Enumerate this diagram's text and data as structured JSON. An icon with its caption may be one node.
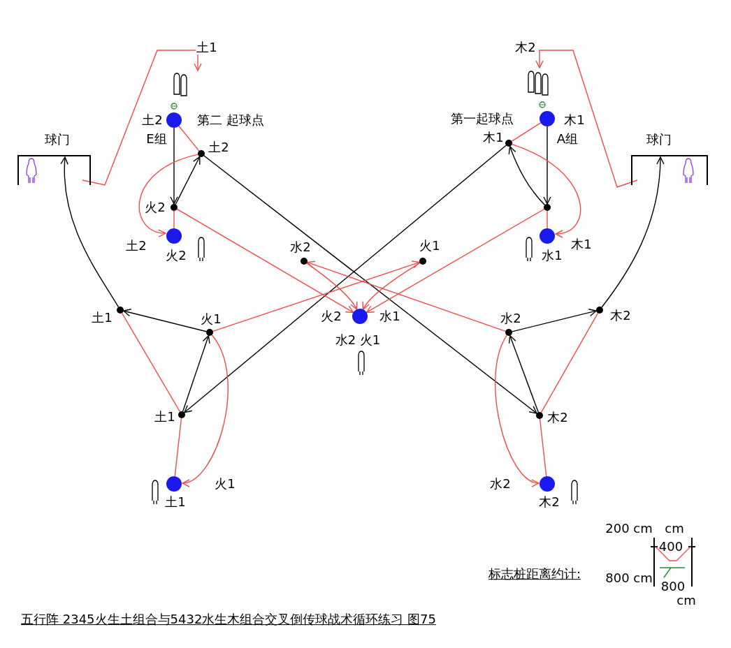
{
  "diagram": {
    "caption": "五行阵 2345火生土组合与5432水生木组合交叉倒传球战术循环练习 图75",
    "nodes": [
      {
        "text": [],
        "shape": "person"
      },
      {
        "text": [],
        "shape": "person"
      },
      {
        "text": [
          "土2",
          "第二 起球点",
          "E组"
        ]
      },
      {
        "text": [
          "第一起球点",
          "木1",
          "A组"
        ]
      },
      {
        "text": [
          "球门"
        ]
      },
      {
        "text": [
          "球门"
        ]
      },
      {
        "text": [
          "土2"
        ]
      },
      {
        "text": [
          "木1"
        ]
      },
      {
        "text": [
          "火2"
        ]
      },
      {
        "text": [],
        "shape": "circle"
      },
      {
        "text": [
          "火2"
        ]
      },
      {
        "text": [
          "水1"
        ]
      },
      {
        "text": [
          "水2"
        ]
      },
      {
        "text": [
          "火1"
        ]
      },
      {
        "text": [
          "土1"
        ]
      },
      {
        "text": [
          "木2"
        ]
      },
      {
        "text": [
          "火2",
          "水1",
          "水2 火1"
        ]
      },
      {
        "text": [
          "火1"
        ]
      },
      {
        "text": [
          "水2"
        ]
      },
      {
        "text": [
          "土1"
        ]
      },
      {
        "text": [
          "木2"
        ]
      },
      {
        "text": [
          "土1"
        ]
      },
      {
        "text": [
          "木2"
        ]
      }
    ],
    "edges": [
      {
        "from": 4,
        "to": 0,
        "arrow": "to",
        "label": "土1"
      },
      {
        "from": 5,
        "to": 1,
        "arrow": "to",
        "label": "木2"
      },
      {
        "from": 2,
        "to": 8,
        "arrow": "to",
        "color": "#000000"
      },
      {
        "from": 8,
        "to": 6,
        "arrow": "to",
        "color": "#000000"
      },
      {
        "from": 6,
        "to": 20,
        "arrow": "to",
        "color": "#000000"
      },
      {
        "from": 3,
        "to": 9,
        "arrow": "to",
        "color": "#000000"
      },
      {
        "from": 9,
        "to": 7,
        "arrow": "to",
        "color": "#000000"
      },
      {
        "from": 7,
        "to": 19,
        "arrow": "to",
        "color": "#000000"
      },
      {
        "from": 2,
        "to": 6,
        "arrow": "none"
      },
      {
        "from": 8,
        "to": 10,
        "arrow": "none"
      },
      {
        "from": 6,
        "to": 10,
        "arrow": "to",
        "label": "土2"
      },
      {
        "from": 8,
        "to": 16,
        "arrow": "to"
      },
      {
        "from": 3,
        "to": 7,
        "arrow": "none"
      },
      {
        "from": 9,
        "to": 11,
        "arrow": "none"
      },
      {
        "from": 7,
        "to": 11,
        "arrow": "to",
        "label": "木1"
      },
      {
        "from": 9,
        "to": 16,
        "arrow": "to"
      },
      {
        "from": 12,
        "to": 16,
        "arrow": "to"
      },
      {
        "from": 13,
        "to": 16,
        "arrow": "to"
      },
      {
        "from": 17,
        "to": 13,
        "arrow": "to"
      },
      {
        "from": 18,
        "to": 12,
        "arrow": "to"
      },
      {
        "from": 17,
        "to": 14,
        "arrow": "to",
        "color": "#000000"
      },
      {
        "from": 14,
        "to": 4,
        "arrow": "to",
        "color": "#000000"
      },
      {
        "from": 19,
        "to": 17,
        "arrow": "to",
        "color": "#000000"
      },
      {
        "from": 18,
        "to": 15,
        "arrow": "to",
        "color": "#000000"
      },
      {
        "from": 15,
        "to": 5,
        "arrow": "to",
        "color": "#000000"
      },
      {
        "from": 20,
        "to": 18,
        "arrow": "to",
        "color": "#000000"
      },
      {
        "from": 21,
        "to": 19,
        "arrow": "none"
      },
      {
        "from": 19,
        "to": 14,
        "arrow": "none"
      },
      {
        "from": 17,
        "to": 21,
        "arrow": "to",
        "label": "火1"
      },
      {
        "from": 22,
        "to": 20,
        "arrow": "none"
      },
      {
        "from": 20,
        "to": 15,
        "arrow": "none"
      },
      {
        "from": 18,
        "to": 22,
        "arrow": "to",
        "label": "水2"
      }
    ],
    "labels": [
      "200 cm",
      "cm",
      "400",
      "标志桩距离约计:",
      "800 cm",
      "800",
      "cm"
    ]
  }
}
